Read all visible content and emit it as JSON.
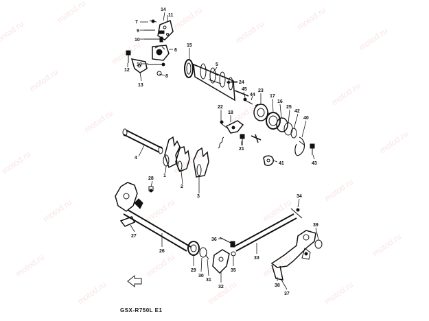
{
  "diagram": {
    "model_code": "GSX-R750L E1",
    "watermark": "motod.ru",
    "colors": {
      "line": "#111111",
      "paper": "#ffffff",
      "watermark": "#d25a5a"
    }
  },
  "callouts": {
    "c1": "1",
    "c2": "2",
    "c3": "3",
    "c4": "4",
    "c5": "5",
    "c6": "6",
    "c7": "7",
    "c8": "8",
    "c9": "9",
    "c10a": "10",
    "c10b": "10",
    "c11": "11",
    "c12": "12",
    "c13": "13",
    "c14": "14",
    "c15": "15",
    "c16": "16",
    "c17": "17",
    "c18": "18",
    "c21": "21",
    "c22": "22",
    "c23": "23",
    "c24": "24",
    "c25": "25",
    "c26": "26",
    "c27": "27",
    "c28": "28",
    "c29": "29",
    "c30": "30",
    "c31": "31",
    "c32": "32",
    "c33": "33",
    "c34": "34",
    "c35": "35",
    "c36": "36",
    "c37": "37",
    "c38": "38",
    "c39": "39",
    "c40": "40",
    "c41": "41",
    "c42": "42",
    "c43": "43",
    "c44": "44",
    "c45": "45"
  }
}
